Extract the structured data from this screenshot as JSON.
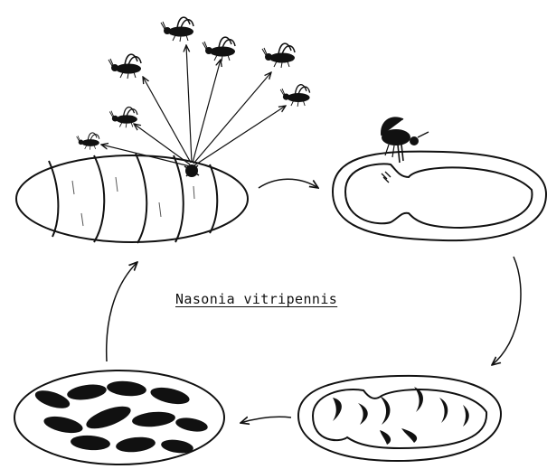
{
  "caption": "Nasonia vitripennis",
  "colors": {
    "ink": "#111111",
    "paper": "#ffffff"
  },
  "cycle_stages": [
    "host-pupa-with-emerging-wasps",
    "female-wasp-ovipositing-into-host-puparium",
    "larvae-developing-inside-host",
    "pupae-inside-host"
  ]
}
